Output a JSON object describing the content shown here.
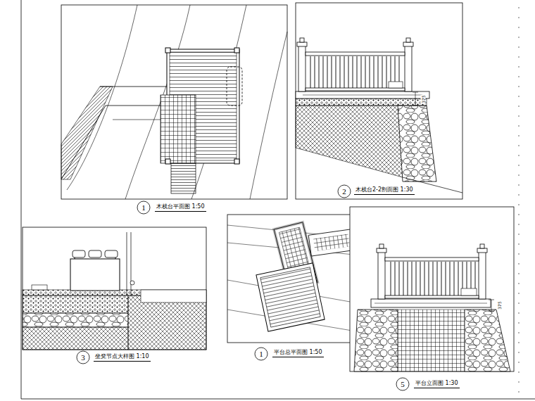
{
  "diagram": {
    "labels": [
      "1",
      "木栈台平面图 1:50",
      "2",
      "木栈台2-2剖面图 1:30",
      "375",
      "3",
      "坐凳节点大样图 1:10",
      "1",
      "平台总平面图 1:50",
      "5",
      "平台立面图 1:30",
      "375"
    ]
  }
}
